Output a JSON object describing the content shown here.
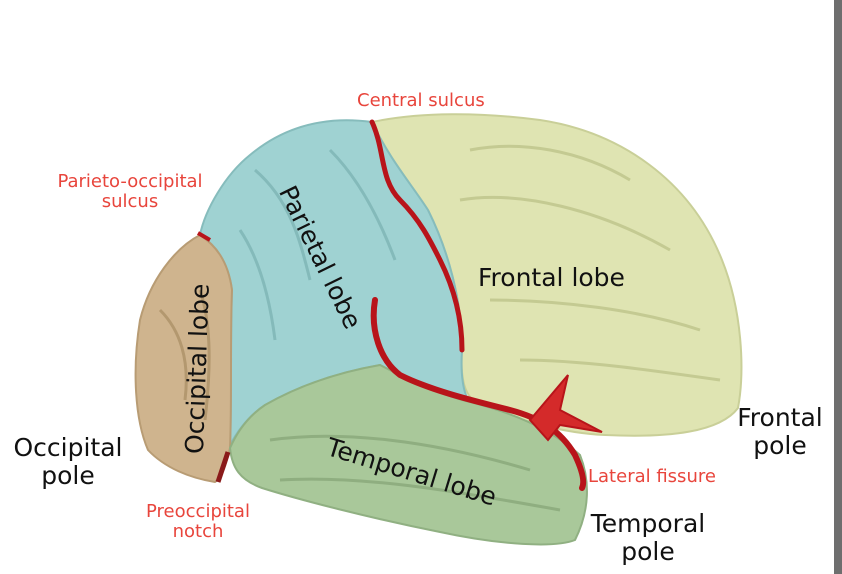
{
  "colors": {
    "frontal": "#dfe4b2",
    "parietal": "#9fd2d2",
    "occipital": "#cfb48e",
    "temporal": "#a9c89a",
    "sulcus": "#b8141a",
    "label_red": "#e8453c",
    "label_black": "#111111"
  },
  "labels": {
    "central_sulcus": "Central sulcus",
    "parieto_occipital_line1": "Parieto-occipital",
    "parieto_occipital_line2": "sulcus",
    "frontal_lobe": "Frontal lobe",
    "parietal_lobe": "Parietal lobe",
    "occipital_lobe": "Occipital lobe",
    "temporal_lobe": "Temporal lobe",
    "frontal_pole_line1": "Frontal",
    "frontal_pole_line2": "pole",
    "occipital_pole_line1": "Occipital",
    "occipital_pole_line2": "pole",
    "temporal_pole_line1": "Temporal",
    "temporal_pole_line2": "pole",
    "lateral_fissure": "Lateral fissure",
    "preoccipital_line1": "Preoccipital",
    "preoccipital_line2": "notch"
  }
}
